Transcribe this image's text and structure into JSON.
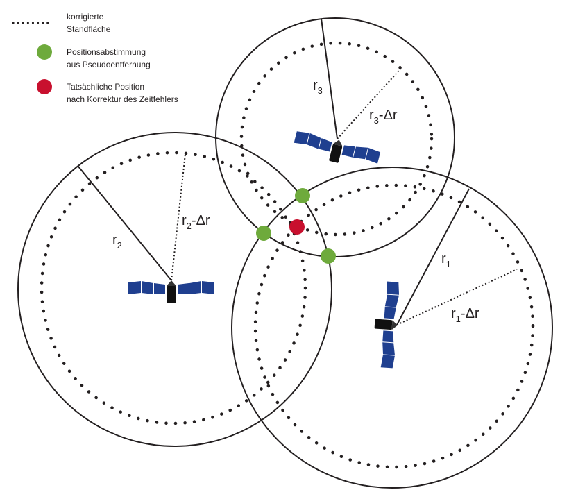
{
  "legend": [
    {
      "symbol": "dotted-line",
      "line1": "korrigierte",
      "line2": "Standfläche"
    },
    {
      "symbol": "green-dot",
      "line1": "Positionsabstimmung",
      "line2": "aus Pseudoentfernung",
      "color": "#6eaa3c"
    },
    {
      "symbol": "red-dot",
      "line1": "Tatsächliche Position",
      "line2": "nach Korrektur des Zeitfehlers",
      "color": "#c8102e"
    }
  ],
  "labels": {
    "r1": {
      "main": "r",
      "sub": "1"
    },
    "r1_corr": {
      "main": "r",
      "sub": "1",
      "suffix": "-Δr"
    },
    "r2": {
      "main": "r",
      "sub": "2"
    },
    "r2_corr": {
      "main": "r",
      "sub": "2",
      "suffix": "-Δr"
    },
    "r3": {
      "main": "r",
      "sub": "3"
    },
    "r3_corr": {
      "main": "r",
      "sub": "3",
      "suffix": "-Δr"
    }
  },
  "colors": {
    "ink": "#231f20",
    "satellite_panel": "#1f3f8f",
    "satellite_body": "#111111",
    "green": "#6eaa3c",
    "red": "#c8102e"
  }
}
